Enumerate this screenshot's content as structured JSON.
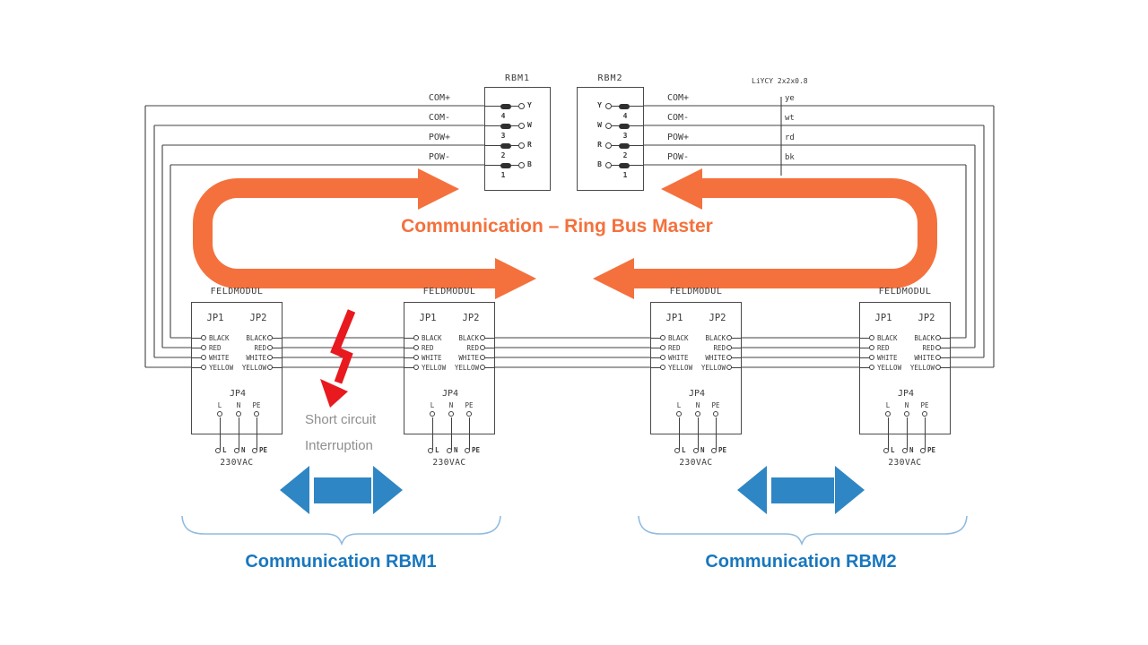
{
  "title": {
    "text": "Communication – Ring Bus Master"
  },
  "cable_label": "LiYCY 2x2x0.8",
  "bus_signals": [
    "COM+",
    "COM-",
    "POW+",
    "POW-"
  ],
  "wire_color_tags": [
    "ye",
    "wt",
    "rd",
    "bk"
  ],
  "rbm1": {
    "label": "RBM1",
    "pin_letters": [
      "Y",
      "W",
      "R",
      "B"
    ],
    "pin_numbers": [
      "4",
      "3",
      "2",
      "1"
    ]
  },
  "rbm2": {
    "label": "RBM2",
    "pin_letters": [
      "Y",
      "W",
      "R",
      "B"
    ],
    "pin_numbers": [
      "4",
      "3",
      "2",
      "1"
    ]
  },
  "feldmodul": {
    "label": "FELDMODUL",
    "jp1": "JP1",
    "jp2": "JP2",
    "jp4": "JP4",
    "wire_labels": [
      "BLACK",
      "RED",
      "WHITE",
      "YELLOW"
    ],
    "power_pins": [
      "L",
      "N",
      "PE"
    ],
    "voltage": "230VAC"
  },
  "fault": {
    "line1": "Short circuit",
    "line2": "Interruption"
  },
  "bottom_labels": {
    "rbm1": "Communication RBM1",
    "rbm2": "Communication RBM2"
  },
  "colors": {
    "orange": "#F4713D",
    "arrow_blue": "#2E86C4",
    "label_blue": "#1877BE",
    "brace_blue": "#90BBDF",
    "fault_red": "#E8191F",
    "fault_gray": "#8F8F8F",
    "cad_line": "#404040"
  }
}
